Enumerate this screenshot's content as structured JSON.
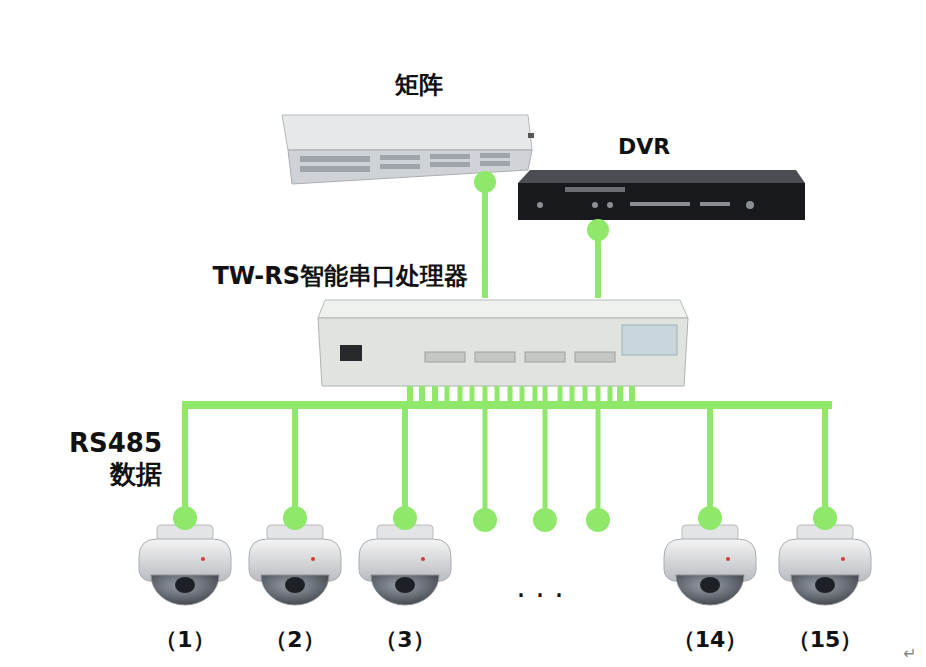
{
  "diagram": {
    "nodes": [
      {
        "text": [
          "矩阵"
        ]
      },
      {
        "text": [
          "DVR"
        ]
      },
      {
        "text": [
          "TW-RS智能串口处理器"
        ]
      },
      {
        "text": [
          "（1）"
        ]
      },
      {
        "text": [
          "（2）"
        ]
      },
      {
        "text": [
          "（3）"
        ]
      },
      {
        "text": [
          "（14）"
        ]
      },
      {
        "text": [
          "（15）"
        ]
      }
    ],
    "edges": [
      {
        "from": 0,
        "to": 2,
        "arrow": "none"
      },
      {
        "from": 1,
        "to": 2,
        "arrow": "none"
      },
      {
        "from": 2,
        "to": 3,
        "arrow": "none"
      },
      {
        "from": 2,
        "to": 4,
        "arrow": "none"
      },
      {
        "from": 2,
        "to": 5,
        "arrow": "none"
      },
      {
        "from": 2,
        "to": 6,
        "arrow": "none"
      },
      {
        "from": 2,
        "to": 7,
        "arrow": "none"
      }
    ],
    "labels": [
      "RS485 数据",
      "· · ·",
      "↵"
    ]
  }
}
